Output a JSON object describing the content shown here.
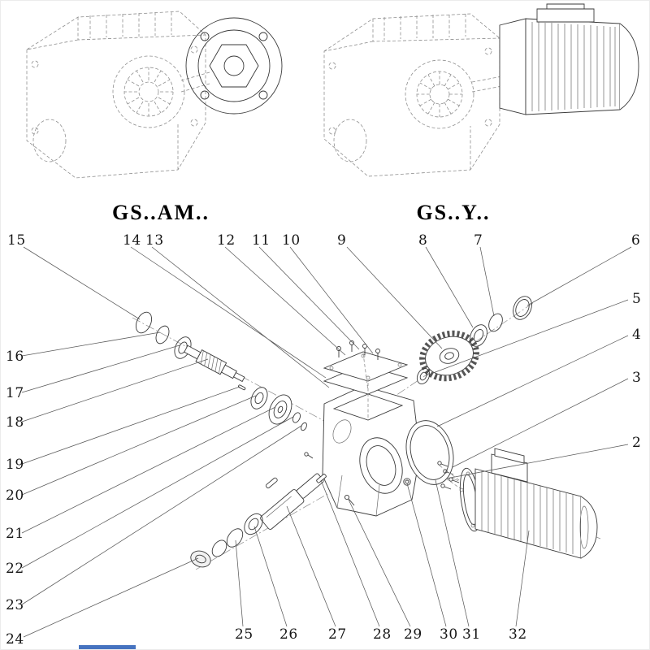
{
  "diagram": {
    "variant_left": {
      "label": "GS..AM.."
    },
    "variant_right": {
      "label": "GS..Y.."
    }
  },
  "callouts": {
    "top": [
      "15",
      "14",
      "13",
      "12",
      "11",
      "10",
      "9",
      "8",
      "7",
      "6"
    ],
    "right": [
      "5",
      "4",
      "3",
      "2"
    ],
    "left": [
      "16",
      "17",
      "18",
      "19",
      "20",
      "21",
      "22",
      "23",
      "24"
    ],
    "bottom": [
      "25",
      "26",
      "27",
      "28",
      "29",
      "30",
      "31",
      "32"
    ]
  },
  "colors": {
    "line": "#3a3a3a",
    "dashed": "#8f8f8f",
    "accent_blue": "#4673c0"
  }
}
